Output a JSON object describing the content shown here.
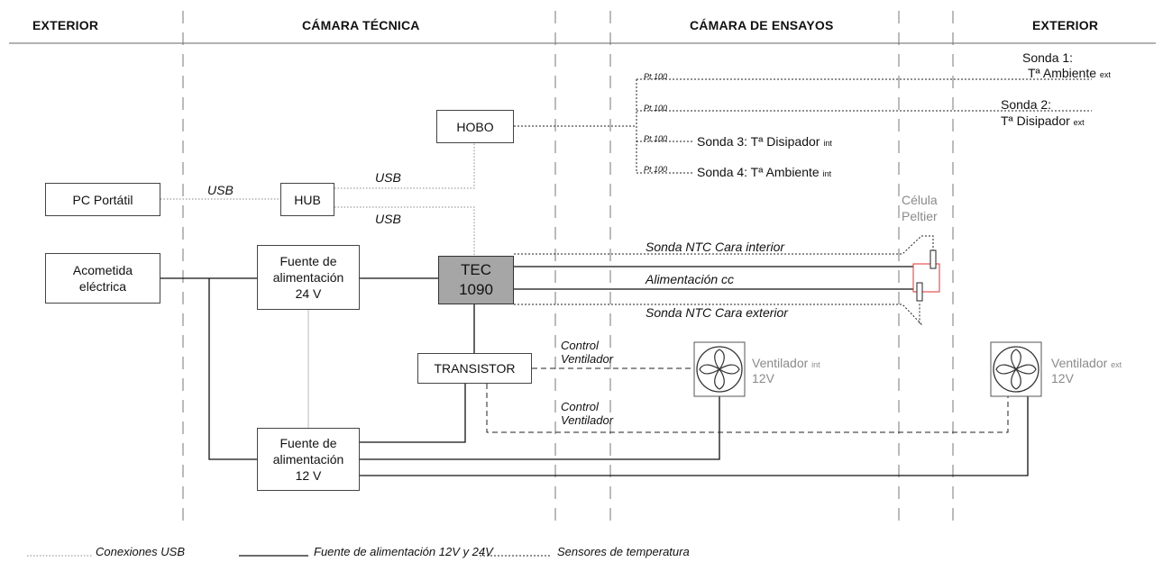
{
  "headers": {
    "exterior_left": "EXTERIOR",
    "camara_tecnica": "CÁMARA TÉCNICA",
    "camara_ensayos": "CÁMARA DE ENSAYOS",
    "exterior_right": "EXTERIOR"
  },
  "boxes": {
    "pc": "PC Portátil",
    "hub": "HUB",
    "hobo": "HOBO",
    "acometida_l1": "Acometida",
    "acometida_l2": "eléctrica",
    "fuente24_l1": "Fuente de",
    "fuente24_l2": "alimentación",
    "fuente24_l3": "24 V",
    "tec_l1": "TEC",
    "tec_l2": "1090",
    "transistor": "TRANSISTOR",
    "fuente12_l1": "Fuente de",
    "fuente12_l2": "alimentación",
    "fuente12_l3": "12 V"
  },
  "connections": {
    "usb_pc_hub": "USB",
    "usb_hub_hobo": "USB",
    "usb_hub_tec": "USB",
    "control_1_l1": "Control",
    "control_1_l2": "Ventilador",
    "control_2_l1": "Control",
    "control_2_l2": "Ventilador",
    "sonda_ntc_interior": "Sonda NTC Cara interior",
    "alimentacion_cc": "Alimentación cc",
    "sonda_ntc_exterior": "Sonda NTC Cara exterior"
  },
  "probes": {
    "pt100_1": "Pt 100",
    "pt100_2": "Pt 100",
    "pt100_3": "Pt 100",
    "pt100_4": "Pt 100",
    "sonda1_l1": "Sonda 1:",
    "sonda1_l2": "Tª Ambiente",
    "sonda1_sub": "ext",
    "sonda2_l1": "Sonda 2:",
    "sonda2_l2": "Tª Disipador",
    "sonda2_sub": "ext",
    "sonda3": "Sonda 3: Tª Disipador",
    "sonda3_sub": "int",
    "sonda4": "Sonda 4: Tª Ambiente",
    "sonda4_sub": "int"
  },
  "peltier": {
    "l1": "Célula",
    "l2": "Peltier"
  },
  "fans": {
    "int_label": "Ventilador",
    "int_sub": "int",
    "int_volt": "12V",
    "ext_label": "Ventilador",
    "ext_sub": "ext",
    "ext_volt": "12V"
  },
  "legend": {
    "usb": "Conexiones USB",
    "power": "Fuente de alimentación 12V y  24V",
    "sensors": "Sensores de temperatura"
  },
  "colors": {
    "tec_fill": "#a6a6a6",
    "peltier_outline": "#e03030",
    "gray_text": "#8a8a8a"
  }
}
